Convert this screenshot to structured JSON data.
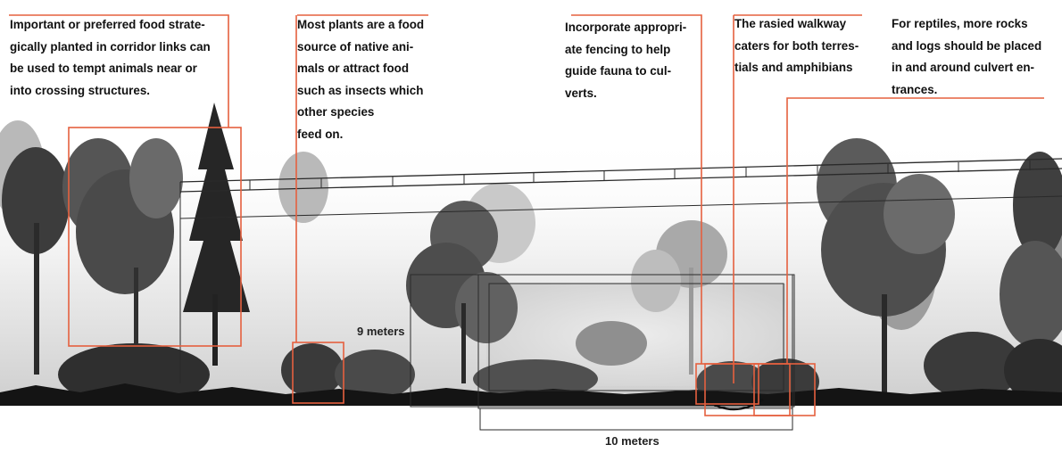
{
  "annotations": {
    "food_planting": [
      "Important or preferred food strate-",
      "gically planted in corridor links can",
      "be used to tempt animals near or",
      "into crossing structures."
    ],
    "native_plants": [
      "Most plants are a food",
      "source of native ani-",
      "mals or attract food",
      "such as insects which",
      "other species",
      "feed on."
    ],
    "fencing": [
      "Incorporate appropri-",
      "ate fencing to help",
      "guide  fauna to cul-",
      "verts."
    ],
    "walkway": [
      "The rasied walkway",
      "caters for both terres-",
      "tials and amphibians"
    ],
    "reptiles": [
      "For reptiles, more rocks",
      "and logs should be placed",
      "in and around culvert en-",
      "trances."
    ]
  },
  "dimensions": {
    "height_label": "9 meters",
    "width_label": "10 meters"
  },
  "colors": {
    "callout": "#e5603f",
    "linework": "#2a2a2a",
    "ground": "#141414"
  }
}
